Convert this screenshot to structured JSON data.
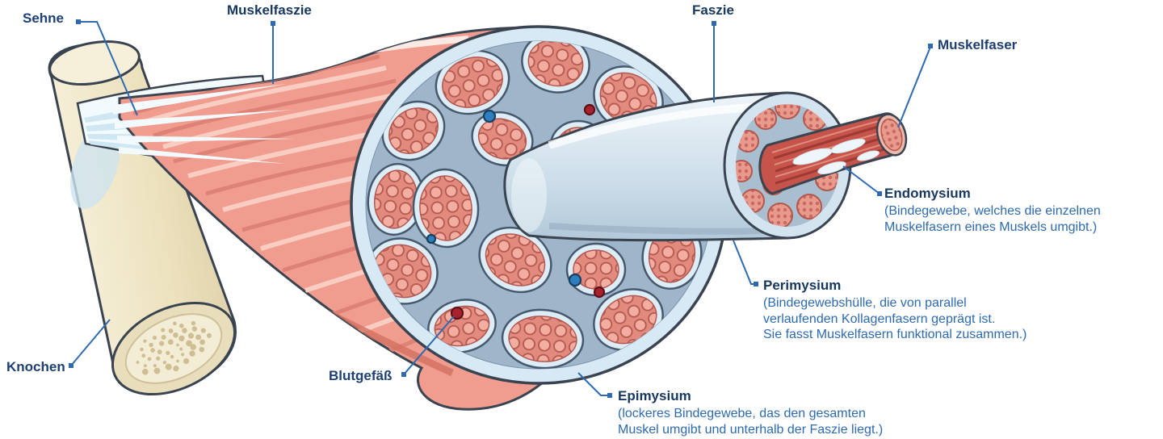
{
  "labels": {
    "sehne": {
      "text": "Sehne"
    },
    "muskelfaszie": {
      "text": "Muskelfaszie"
    },
    "faszie": {
      "text": "Faszie"
    },
    "muskelfaser": {
      "text": "Muskelfaser"
    },
    "endomysium": {
      "title": "Endomysium",
      "desc": "(Bindegewebe, welches die einzelnen\nMuskelfasern eines Muskels umgibt.)"
    },
    "perimysium": {
      "title": "Perimysium",
      "desc": "(Bindegewebshülle, die von parallel\nverlaufenden Kollagenfasern geprägt ist.\nSie fasst Muskelfasern funktional zusammen.)"
    },
    "epimysium": {
      "title": "Epimysium",
      "desc": "(lockeres Bindegewebe, das den gesamten\nMuskel umgibt und unterhalb der Faszie liegt.)"
    },
    "knochen": {
      "text": "Knochen"
    },
    "blutgefaess": {
      "text": "Blutgefäß"
    }
  },
  "palette": {
    "label_navy": "#17375e",
    "label_blue": "#2d6ab0",
    "leader_line": "#2d6ab0",
    "muscle_pink": "#f09c8f",
    "bone_cream": "#ece1bd",
    "fascia_light_blue": "#d7e9f4",
    "matrix_blue": "#9fb5ca",
    "fiber_red": "#c6544a",
    "vessel_red": "#a8232e",
    "vessel_blue": "#2f7fc0"
  }
}
